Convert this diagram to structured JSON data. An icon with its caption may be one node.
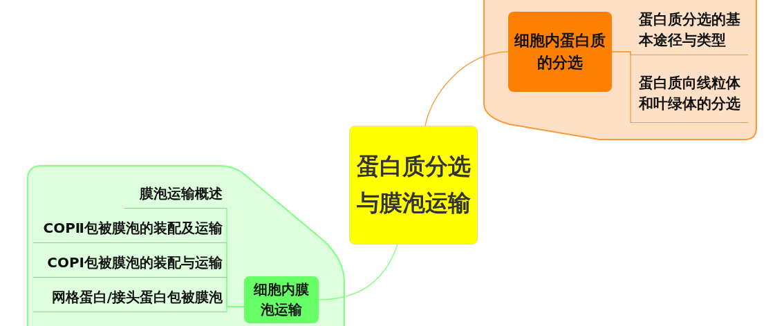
{
  "diagram": {
    "nodes": [
      {
        "text": [
          "蛋白质分选与膜泡运输"
        ]
      },
      {
        "text": [],
        "shape": "box"
      },
      {
        "text": [
          "细胞内蛋白质的分选"
        ],
        "in": 1
      },
      {
        "text": [
          "蛋白质分选的基本途径与类型"
        ],
        "in": 1
      },
      {
        "text": [
          "蛋白质向线粒体和叶绿体的分选"
        ],
        "in": 1
      },
      {
        "text": [],
        "shape": "box"
      },
      {
        "text": [
          "细胞内膜泡运输"
        ],
        "in": 5
      },
      {
        "text": [
          "膜泡运输概述"
        ],
        "in": 5
      },
      {
        "text": [
          "COPⅡ包被膜泡的装配及运输"
        ],
        "in": 5
      },
      {
        "text": [
          "COPⅠ包被膜泡的装配与运输"
        ],
        "in": 5
      },
      {
        "text": [
          "网格蛋白/接头蛋白包被膜泡"
        ],
        "in": 5
      }
    ],
    "edges": [
      {
        "from": 0,
        "to": 2,
        "arrow": "none",
        "color": "#ff9933"
      },
      {
        "from": 2,
        "to": 3,
        "arrow": "none",
        "color": "#ff9933"
      },
      {
        "from": 2,
        "to": 4,
        "arrow": "none",
        "color": "#ff9933"
      },
      {
        "from": 0,
        "to": 6,
        "arrow": "none"
      },
      {
        "from": 6,
        "to": 7,
        "arrow": "none"
      },
      {
        "from": 6,
        "to": 8,
        "arrow": "none"
      },
      {
        "from": 6,
        "to": 9,
        "arrow": "none"
      },
      {
        "from": 6,
        "to": 10,
        "arrow": "none"
      }
    ]
  }
}
